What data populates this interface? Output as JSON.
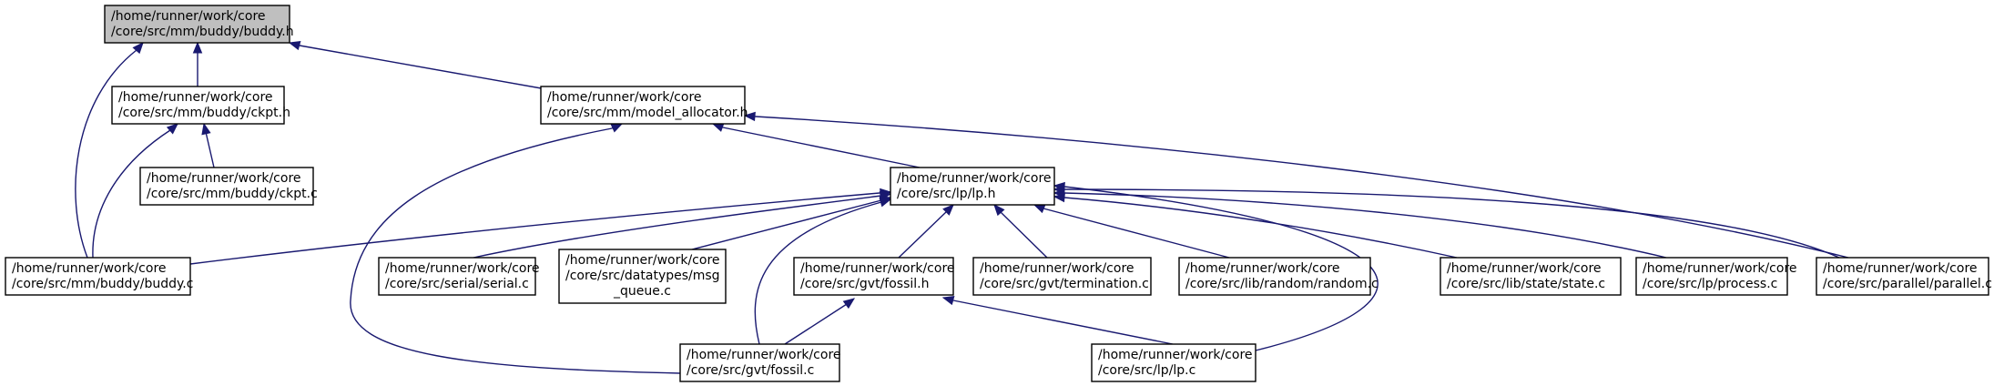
{
  "diagram": {
    "type": "include-dependency-graph",
    "colors": {
      "edge": "#191970",
      "root_fill": "#bfbfbf",
      "node_fill": "#ffffff",
      "border": "#000000"
    },
    "nodes": [
      {
        "id": "buddy_h",
        "lines": [
          "/home/runner/work/core",
          "/core/src/mm/buddy/buddy.h"
        ],
        "root": true
      },
      {
        "id": "ckpt_h",
        "lines": [
          "/home/runner/work/core",
          "/core/src/mm/buddy/ckpt.h"
        ]
      },
      {
        "id": "model_allocator_h",
        "lines": [
          "/home/runner/work/core",
          "/core/src/mm/model_allocator.h"
        ]
      },
      {
        "id": "ckpt_c",
        "lines": [
          "/home/runner/work/core",
          "/core/src/mm/buddy/ckpt.c"
        ]
      },
      {
        "id": "lp_h",
        "lines": [
          "/home/runner/work/core",
          "/core/src/lp/lp.h"
        ]
      },
      {
        "id": "buddy_c",
        "lines": [
          "/home/runner/work/core",
          "/core/src/mm/buddy/buddy.c"
        ]
      },
      {
        "id": "serial_c",
        "lines": [
          "/home/runner/work/core",
          "/core/src/serial/serial.c"
        ]
      },
      {
        "id": "msg_queue_c",
        "lines": [
          "/home/runner/work/core",
          "/core/src/datatypes/msg",
          "_queue.c"
        ]
      },
      {
        "id": "fossil_h",
        "lines": [
          "/home/runner/work/core",
          "/core/src/gvt/fossil.h"
        ]
      },
      {
        "id": "termination_c",
        "lines": [
          "/home/runner/work/core",
          "/core/src/gvt/termination.c"
        ]
      },
      {
        "id": "random_c",
        "lines": [
          "/home/runner/work/core",
          "/core/src/lib/random/random.c"
        ]
      },
      {
        "id": "state_c",
        "lines": [
          "/home/runner/work/core",
          "/core/src/lib/state/state.c"
        ]
      },
      {
        "id": "process_c",
        "lines": [
          "/home/runner/work/core",
          "/core/src/lp/process.c"
        ]
      },
      {
        "id": "parallel_c",
        "lines": [
          "/home/runner/work/core",
          "/core/src/parallel/parallel.c"
        ]
      },
      {
        "id": "fossil_c",
        "lines": [
          "/home/runner/work/core",
          "/core/src/gvt/fossil.c"
        ]
      },
      {
        "id": "lp_c",
        "lines": [
          "/home/runner/work/core",
          "/core/src/lp/lp.c"
        ]
      }
    ],
    "edges": [
      {
        "from": "ckpt_h",
        "to": "buddy_h"
      },
      {
        "from": "buddy_c",
        "to": "buddy_h"
      },
      {
        "from": "model_allocator_h",
        "to": "buddy_h"
      },
      {
        "from": "ckpt_c",
        "to": "ckpt_h"
      },
      {
        "from": "buddy_c",
        "to": "ckpt_h"
      },
      {
        "from": "lp_h",
        "to": "model_allocator_h"
      },
      {
        "from": "fossil_c",
        "to": "model_allocator_h"
      },
      {
        "from": "parallel_c",
        "to": "model_allocator_h"
      },
      {
        "from": "buddy_c",
        "to": "lp_h"
      },
      {
        "from": "serial_c",
        "to": "lp_h"
      },
      {
        "from": "msg_queue_c",
        "to": "lp_h"
      },
      {
        "from": "fossil_h",
        "to": "lp_h"
      },
      {
        "from": "termination_c",
        "to": "lp_h"
      },
      {
        "from": "random_c",
        "to": "lp_h"
      },
      {
        "from": "state_c",
        "to": "lp_h"
      },
      {
        "from": "process_c",
        "to": "lp_h"
      },
      {
        "from": "parallel_c",
        "to": "lp_h"
      },
      {
        "from": "fossil_c",
        "to": "lp_h"
      },
      {
        "from": "lp_c",
        "to": "lp_h"
      },
      {
        "from": "fossil_c",
        "to": "fossil_h"
      },
      {
        "from": "lp_c",
        "to": "fossil_h"
      }
    ]
  }
}
